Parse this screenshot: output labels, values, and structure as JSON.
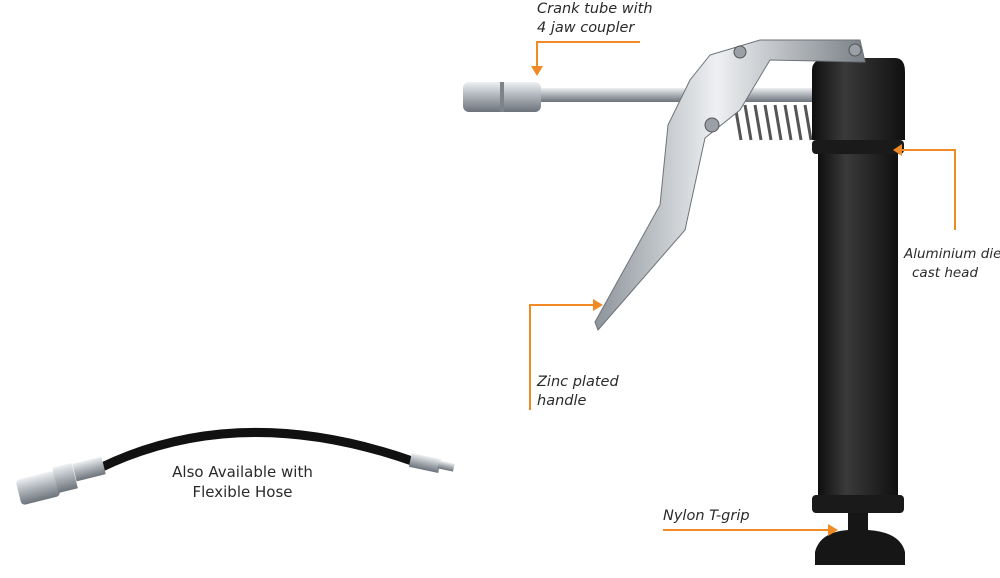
{
  "callouts": {
    "crank_tube": [
      "Crank tube with",
      "4 jaw coupler"
    ],
    "head": [
      "Aluminium die",
      "cast head"
    ],
    "handle": [
      "Zinc plated",
      "handle"
    ],
    "grip": [
      "Nylon T-grip"
    ]
  },
  "hose_caption": [
    "Also Available with",
    "Flexible Hose"
  ],
  "colors": {
    "accent": "#f08a24",
    "body": "#1c1c1c",
    "metal": "#c8ccd0"
  }
}
